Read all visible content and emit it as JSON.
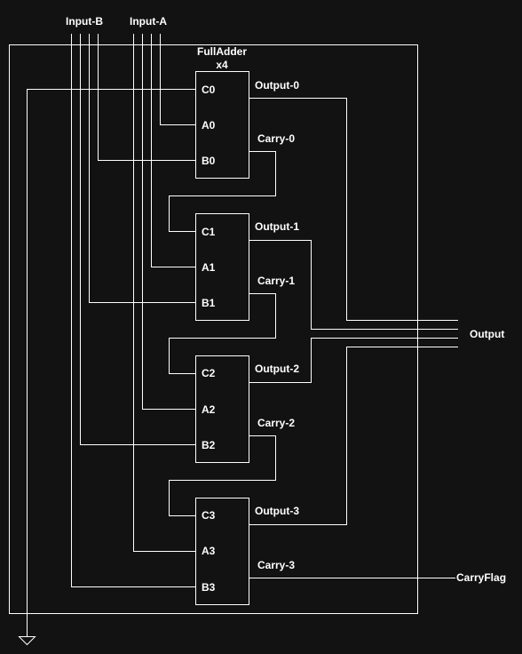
{
  "labels": {
    "input_b": "Input-B",
    "input_a": "Input-A",
    "component_name": "FullAdder",
    "component_count": "x4",
    "output_bus": "Output",
    "carry_flag": "CarryFlag"
  },
  "adders": [
    {
      "c": "C0",
      "a": "A0",
      "b": "B0",
      "out": "Output-0",
      "carry": "Carry-0"
    },
    {
      "c": "C1",
      "a": "A1",
      "b": "B1",
      "out": "Output-1",
      "carry": "Carry-1"
    },
    {
      "c": "C2",
      "a": "A2",
      "b": "B2",
      "out": "Output-2",
      "carry": "Carry-2"
    },
    {
      "c": "C3",
      "a": "A3",
      "b": "B3",
      "out": "Output-3",
      "carry": "Carry-3"
    }
  ],
  "colors": {
    "background": "#121212",
    "line": "#ffffff",
    "text": "#ffffff"
  },
  "icons": {
    "ground": "ground-icon"
  }
}
